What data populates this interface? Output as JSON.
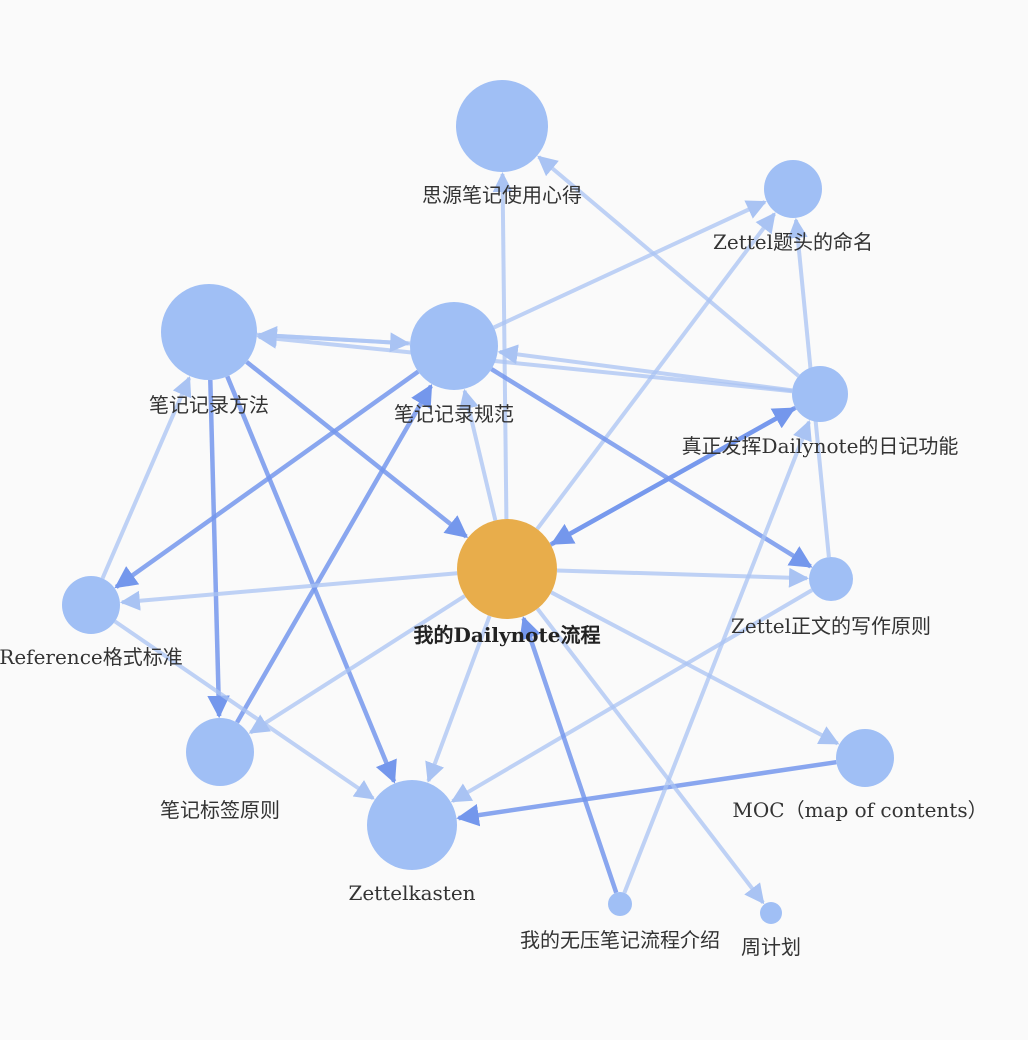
{
  "graph": {
    "colors": {
      "node": "#a0bff5",
      "center_node": "#e8ad4b",
      "edge_light": "#a9c3f3",
      "edge_dark": "#7497ec",
      "background": "#fafafa",
      "label": "#333333"
    },
    "nodes": [
      {
        "id": "siyuan",
        "label": "思源笔记使用心得",
        "center": false
      },
      {
        "id": "zettel-title",
        "label": "Zettel题头的命名",
        "center": false
      },
      {
        "id": "record-method",
        "label": "笔记记录方法",
        "center": false
      },
      {
        "id": "record-spec",
        "label": "笔记记录规范",
        "center": false
      },
      {
        "id": "dailynote-func",
        "label": "真正发挥Dailynote的日记功能",
        "center": false
      },
      {
        "id": "dailynote-flow",
        "label": "我的Dailynote流程",
        "center": true
      },
      {
        "id": "reference",
        "label": "Reference格式标准",
        "center": false
      },
      {
        "id": "zettel-body",
        "label": "Zettel正文的写作原则",
        "center": false
      },
      {
        "id": "tag-principle",
        "label": "笔记标签原则",
        "center": false
      },
      {
        "id": "moc",
        "label": "MOC（map of contents）",
        "center": false
      },
      {
        "id": "zettelkasten",
        "label": "Zettelkasten",
        "center": false
      },
      {
        "id": "no-pressure",
        "label": "我的无压笔记流程介绍",
        "center": false
      },
      {
        "id": "weekly-plan",
        "label": "周计划",
        "center": false
      }
    ],
    "edges": [
      {
        "from": "dailynote-flow",
        "to": "siyuan",
        "strength": "light"
      },
      {
        "from": "dailynote-flow",
        "to": "zettel-title",
        "strength": "light"
      },
      {
        "from": "dailynote-func",
        "to": "siyuan",
        "strength": "light"
      },
      {
        "from": "zettel-body",
        "to": "zettel-title",
        "strength": "light"
      },
      {
        "from": "record-spec",
        "to": "zettel-title",
        "strength": "light"
      },
      {
        "from": "record-method",
        "to": "record-spec",
        "strength": "light"
      },
      {
        "from": "record-spec",
        "to": "record-method",
        "strength": "light"
      },
      {
        "from": "dailynote-func",
        "to": "record-method",
        "strength": "light"
      },
      {
        "from": "dailynote-func",
        "to": "record-spec",
        "strength": "light"
      },
      {
        "from": "record-method",
        "to": "dailynote-flow",
        "strength": "dark"
      },
      {
        "from": "record-spec",
        "to": "zettel-body",
        "strength": "dark"
      },
      {
        "from": "dailynote-flow",
        "to": "dailynote-func",
        "strength": "dark"
      },
      {
        "from": "dailynote-func",
        "to": "dailynote-flow",
        "strength": "dark"
      },
      {
        "from": "dailynote-flow",
        "to": "record-spec",
        "strength": "light"
      },
      {
        "from": "record-spec",
        "to": "reference",
        "strength": "dark"
      },
      {
        "from": "reference",
        "to": "record-method",
        "strength": "light"
      },
      {
        "from": "record-method",
        "to": "tag-principle",
        "strength": "dark"
      },
      {
        "from": "record-method",
        "to": "zettelkasten",
        "strength": "dark"
      },
      {
        "from": "tag-principle",
        "to": "record-spec",
        "strength": "dark"
      },
      {
        "from": "dailynote-flow",
        "to": "reference",
        "strength": "light"
      },
      {
        "from": "dailynote-flow",
        "to": "zettel-body",
        "strength": "light"
      },
      {
        "from": "dailynote-flow",
        "to": "tag-principle",
        "strength": "light"
      },
      {
        "from": "dailynote-flow",
        "to": "zettelkasten",
        "strength": "light"
      },
      {
        "from": "reference",
        "to": "zettelkasten",
        "strength": "light"
      },
      {
        "from": "zettel-body",
        "to": "zettelkasten",
        "strength": "light"
      },
      {
        "from": "moc",
        "to": "zettelkasten",
        "strength": "dark"
      },
      {
        "from": "dailynote-flow",
        "to": "moc",
        "strength": "light"
      },
      {
        "from": "no-pressure",
        "to": "dailynote-flow",
        "strength": "dark"
      },
      {
        "from": "dailynote-flow",
        "to": "weekly-plan",
        "strength": "light"
      },
      {
        "from": "no-pressure",
        "to": "dailynote-func",
        "strength": "light"
      }
    ]
  }
}
